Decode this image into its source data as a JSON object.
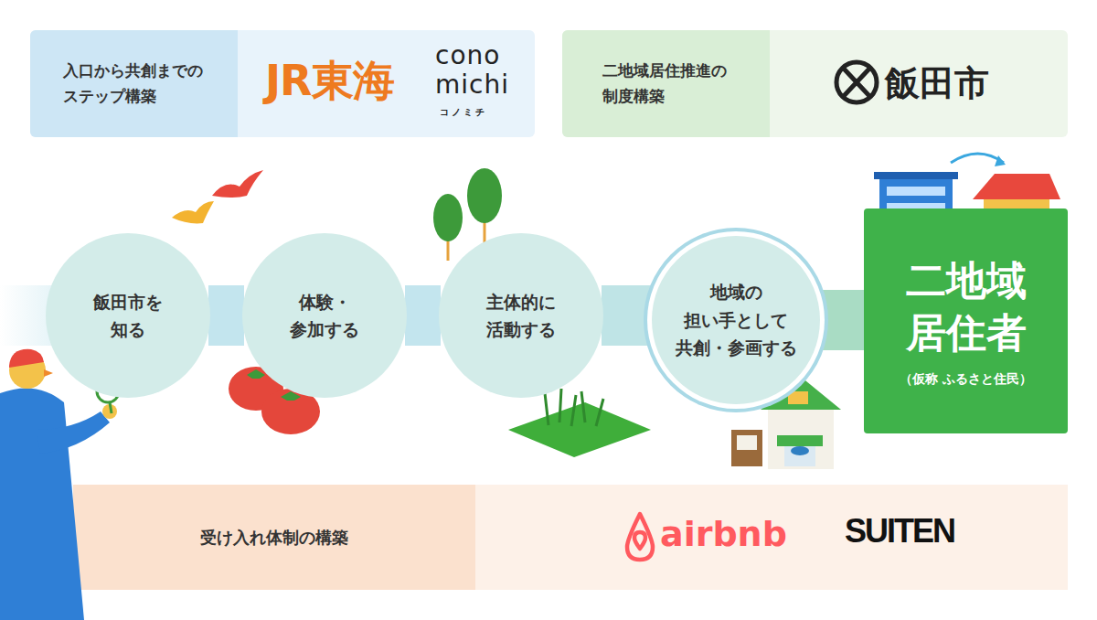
{
  "diagram": {
    "nodes": [
      {
        "text": [
          "入口から共創までの ステップ構築"
        ]
      },
      {
        "text": [
          "二地域居住推進の 制度構築"
        ]
      },
      {
        "text": [
          "飯田市を 知る"
        ]
      },
      {
        "text": [
          "体験・ 参加する"
        ]
      },
      {
        "text": [
          "主体的に 活動する"
        ]
      },
      {
        "text": [
          "地域の 担い手として 共創・参画する"
        ]
      },
      {
        "text": [
          "二地域 居住者",
          "（仮称 ふるさと住民）"
        ]
      },
      {
        "text": [
          "受け入れ体制の構築"
        ]
      }
    ],
    "edges": [
      {
        "from": 2,
        "to": 3,
        "arrow": "none"
      },
      {
        "from": 3,
        "to": 4,
        "arrow": "none"
      },
      {
        "from": 4,
        "to": 5,
        "arrow": "none"
      },
      {
        "from": 5,
        "to": 6,
        "arrow": "none"
      }
    ],
    "labels": [
      "JR東海",
      "cono",
      "michi",
      "コノミチ",
      "飯田市",
      "airbnb",
      "SUITEN"
    ]
  }
}
